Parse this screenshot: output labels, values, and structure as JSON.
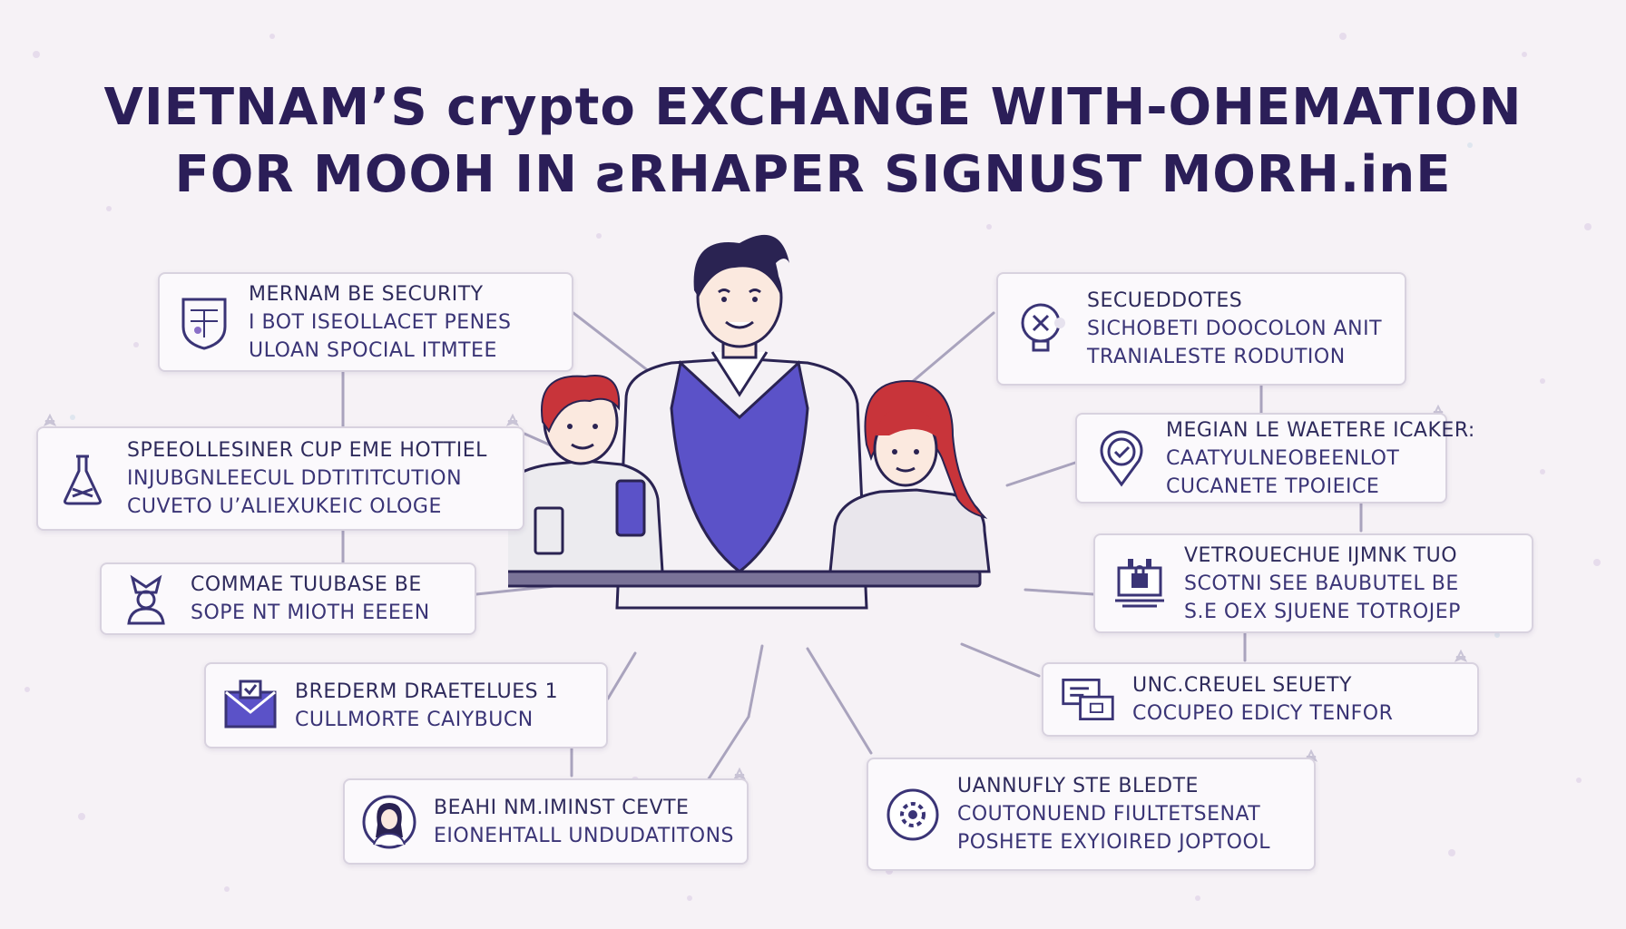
{
  "title": {
    "line1": "VIETNAM’S crypto EXCHANGE WITH-OHEMATION",
    "line2": "FOR MOOH IN ƨRHAPER SIGNUST MORH.inE"
  },
  "cards": [
    {
      "id": "c1",
      "icon": "shield-crest-icon",
      "lines": [
        "MERNAM BE SECURITY",
        "I BOT ISEOLLACET PENES",
        "ULOAN SPOCIAL ITMTEE"
      ]
    },
    {
      "id": "c2",
      "icon": "lab-flask-icon",
      "lines": [
        "SPEEOLLESINER CUP EME HOTTIEL",
        "INJUBGNLEECUL DDTITITCUTION",
        "CUVETO U’ALIEXUKEIC OLOGE"
      ]
    },
    {
      "id": "c3",
      "icon": "person-bow-icon",
      "lines": [
        "COMMAE TUUBASE BE",
        "SOPE NT MIOTH EEEEN"
      ]
    },
    {
      "id": "c4",
      "icon": "envelope-check-icon",
      "lines": [
        "BREDERM DRAETELUES 1",
        "CULLMORTE CAIYBUCN"
      ]
    },
    {
      "id": "c5",
      "icon": "woman-avatar-icon",
      "lines": [
        "BEAHI NM.IMINST CEVTE",
        "EIONEHTALL UNDUDATITONS"
      ]
    },
    {
      "id": "c6",
      "icon": "lightbulb-x-icon",
      "lines": [
        "SECUEDDOTES",
        "SICHOBETI DOOCOLON ANIT",
        "TRANIALESTE RODUTION"
      ]
    },
    {
      "id": "c7",
      "icon": "location-check-icon",
      "lines": [
        "MEGIAN LE WAETERE ICAKER:",
        "CAATYULNEOBEENLOT",
        "CUCANETE TPOIEICE"
      ]
    },
    {
      "id": "c8",
      "icon": "computer-lock-icon",
      "lines": [
        "VETROUECHUE IJMNK TUO",
        "SCOTNI SEE BAUBUTEL BE",
        "S.E OEX SJUENE TOTROJEP"
      ]
    },
    {
      "id": "c9",
      "icon": "id-card-icon",
      "lines": [
        "UNC.CREUEL SEUETY",
        "COCUPEO EDICY TENFOR"
      ]
    },
    {
      "id": "c10",
      "icon": "gear-badge-icon",
      "lines": [
        "UANNUFLY STE BLEDTE",
        "COUTONUEND FIULTETSENAT",
        "POSHETE EXYIOIRED JOPTOOL"
      ]
    }
  ],
  "colors": {
    "title": "#2b1e58",
    "accent": "#5b52c8",
    "hair_red": "#c8343a",
    "hair_dark": "#2a2352",
    "card_border": "#d8d2df"
  }
}
